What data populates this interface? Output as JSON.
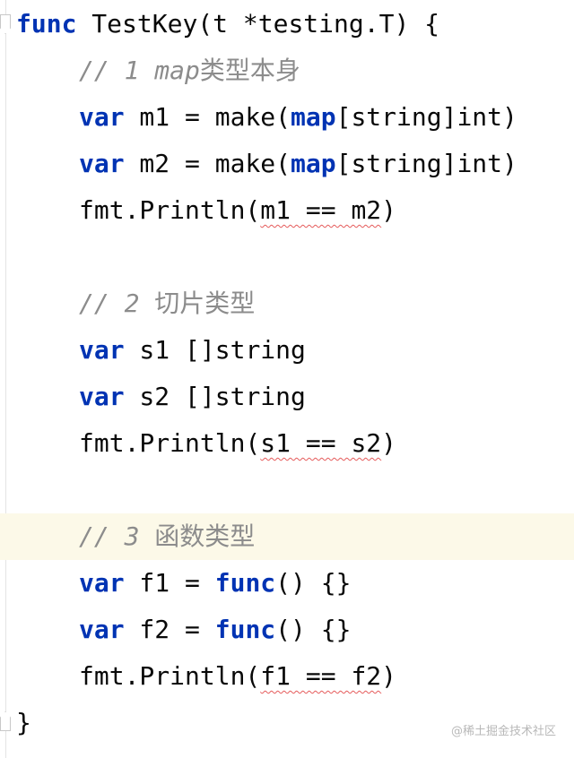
{
  "code": {
    "l1": {
      "kw": "func",
      "rest": " TestKey(t *testing.T) {"
    },
    "l2": {
      "comment_prefix": "// 1 map",
      "comment_zh": "类型本身"
    },
    "l3": {
      "kw1": "var",
      "mid": " m1 = make(",
      "kw2": "map",
      "rest": "[string]int)"
    },
    "l4": {
      "kw1": "var",
      "mid": " m2 = make(",
      "kw2": "map",
      "rest": "[string]int)"
    },
    "l5": {
      "pre": "fmt.Println(",
      "expr": "m1 == m2",
      "post": ")"
    },
    "l7": {
      "comment_prefix": "// 2 ",
      "comment_zh": "切片类型"
    },
    "l8": {
      "kw": "var",
      "rest": " s1 []string"
    },
    "l9": {
      "kw": "var",
      "rest": " s2 []string"
    },
    "l10": {
      "pre": "fmt.Println(",
      "expr": "s1 == s2",
      "post": ")"
    },
    "l12": {
      "comment_prefix": "// 3 ",
      "comment_zh": "函数类型"
    },
    "l13": {
      "kw1": "var",
      "mid": " f1 = ",
      "kw2": "func",
      "rest": "() {}"
    },
    "l14": {
      "kw1": "var",
      "mid": " f2 = ",
      "kw2": "func",
      "rest": "() {}"
    },
    "l15": {
      "pre": "fmt.Println(",
      "expr": "f1 == f2",
      "post": ")"
    },
    "l16": {
      "text": "}"
    }
  },
  "watermark": "@稀土掘金技术社区",
  "colors": {
    "keyword": "#0033b3",
    "comment": "#8c8c8c",
    "current_line": "#fcf9e8",
    "warning_underline": "#e55b5b"
  }
}
